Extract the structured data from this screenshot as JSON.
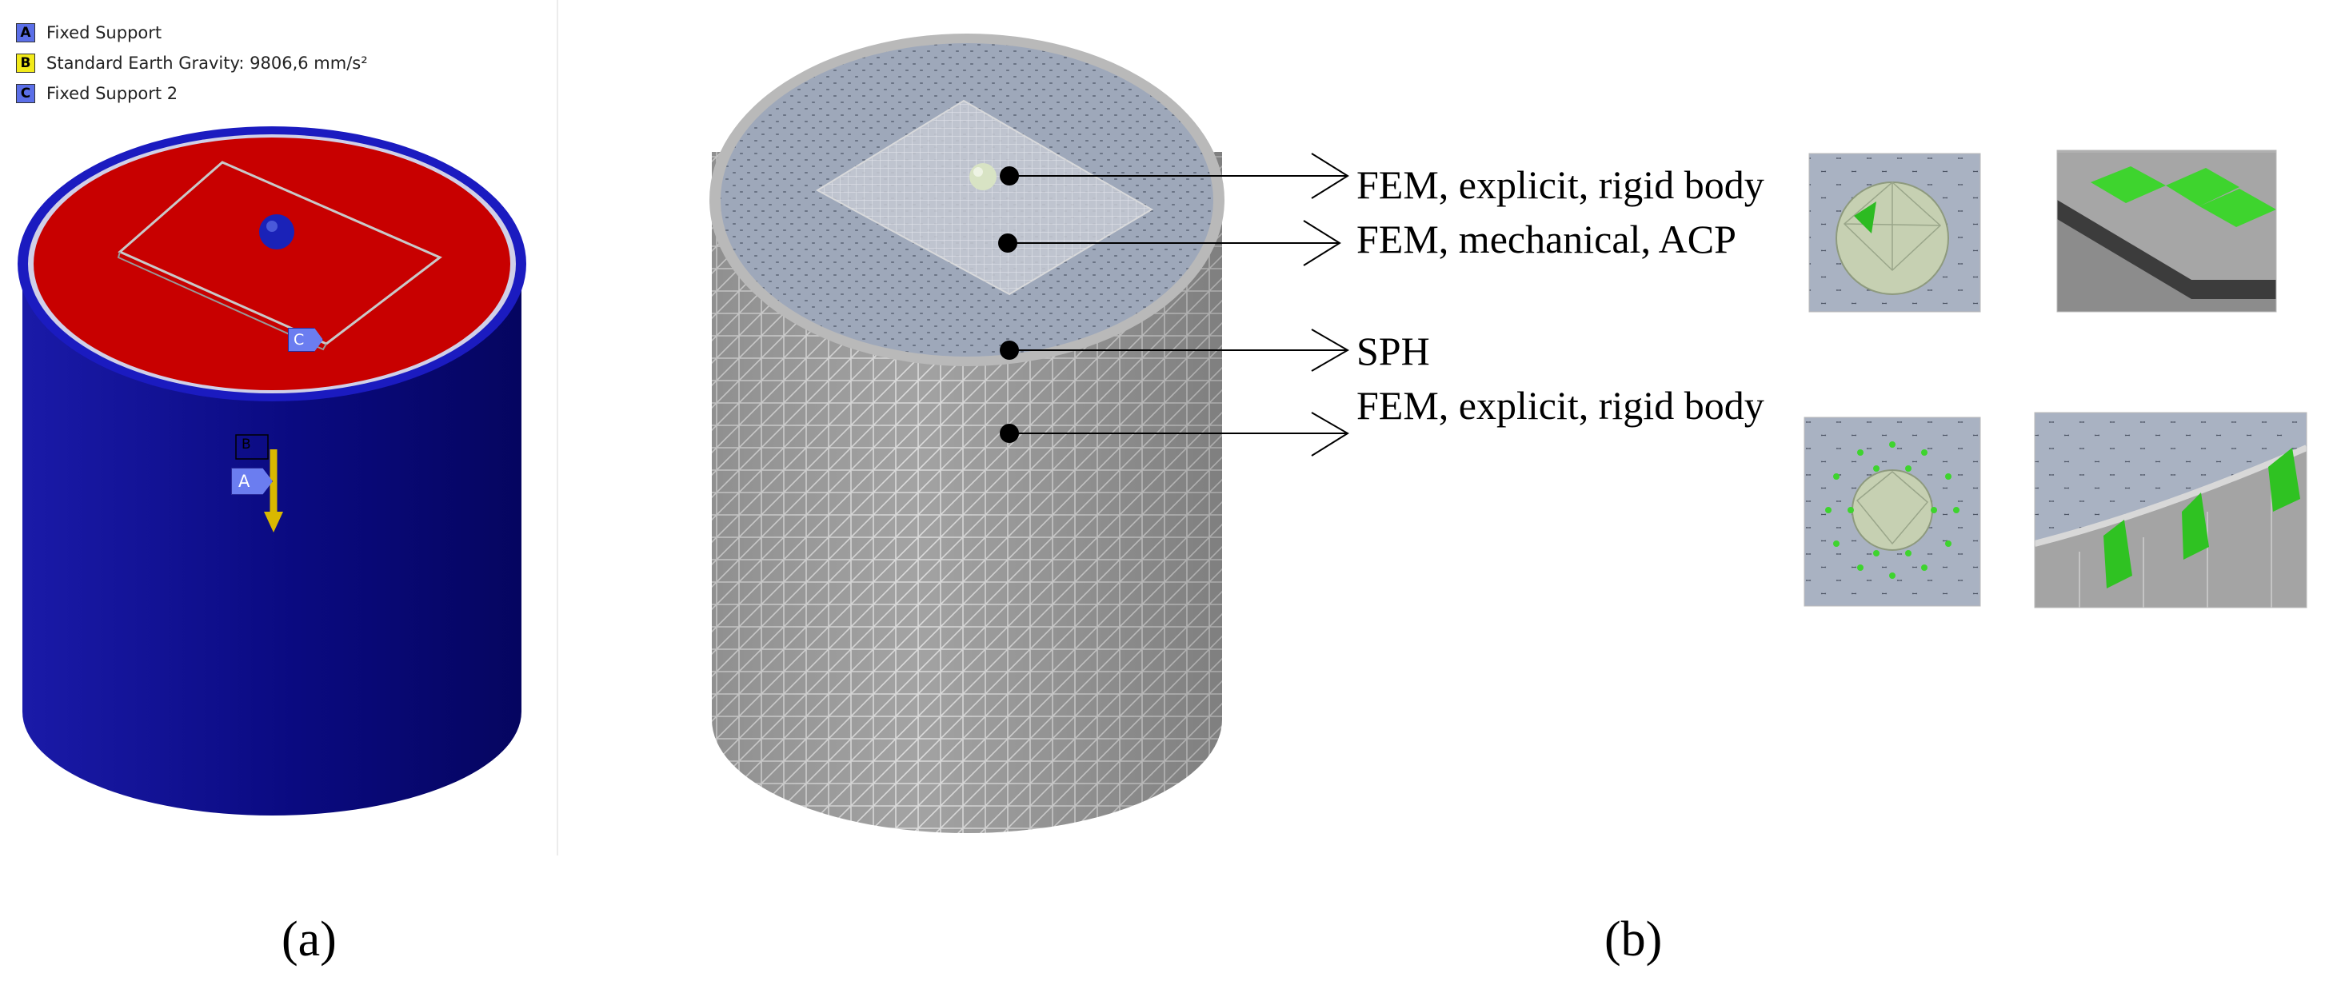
{
  "legend": [
    {
      "letter": "A",
      "label": "Fixed Support",
      "color": "#5b6fe8"
    },
    {
      "letter": "B",
      "label": "Standard Earth Gravity: 9806,6 mm/s²",
      "color": "#f2ea1a"
    },
    {
      "letter": "C",
      "label": "Fixed Support 2",
      "color": "#5b6fe8"
    }
  ],
  "model_tags": {
    "a": "A",
    "b": "B",
    "c": "C"
  },
  "annotations": [
    "FEM, explicit, rigid body",
    "FEM, mechanical, ACP",
    "SPH",
    "FEM, explicit, rigid body"
  ],
  "captions": {
    "a": "(a)",
    "b": "(b)"
  },
  "colors": {
    "tank_blue": "#1a1aa8",
    "top_red": "#c80000",
    "mesh_gray": "#a3a3a3",
    "sph_blue": "#8a96aa",
    "highlight_green": "#3ed42e"
  }
}
